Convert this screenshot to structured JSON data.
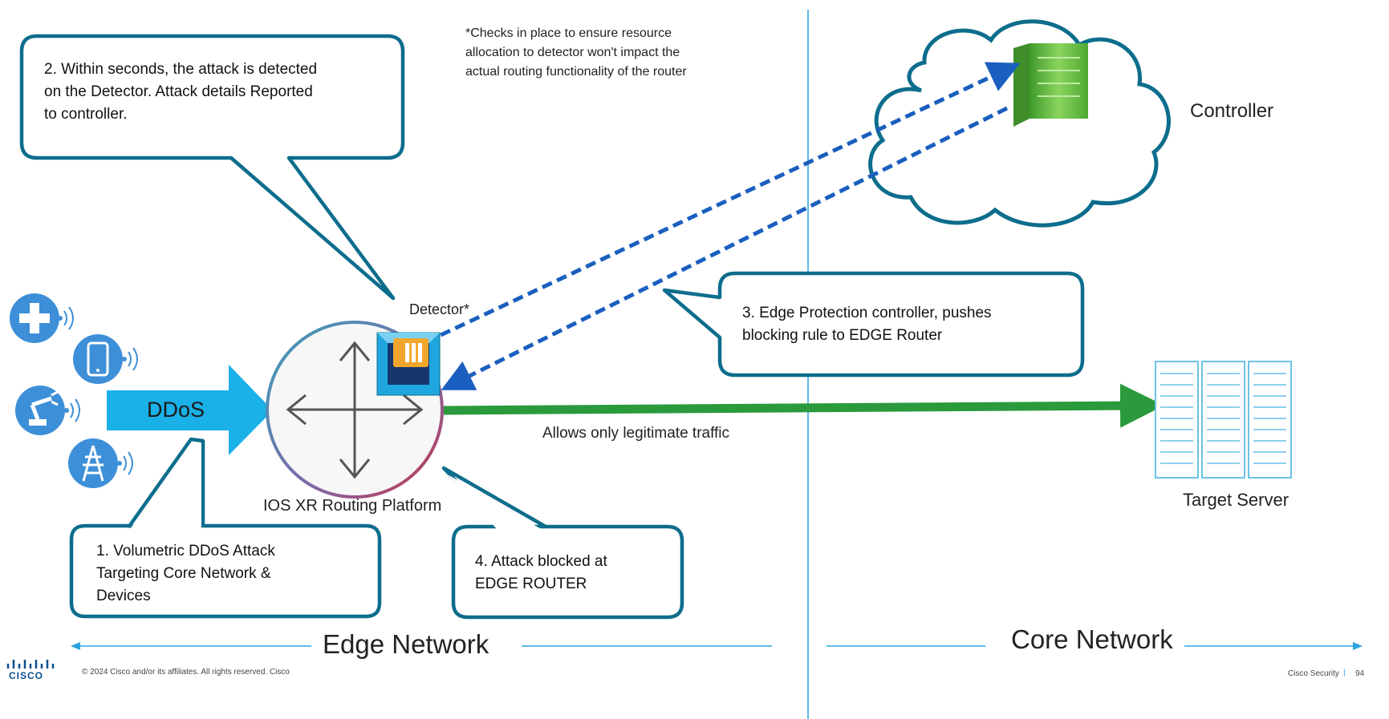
{
  "callouts": {
    "step1": "1. Volumetric DDoS Attack\nTargeting Core Network &\nDevices",
    "step2": "2. Within seconds, the attack is detected\non the Detector. Attack details Reported\nto controller.",
    "step3": "3. Edge Protection controller, pushes\nblocking rule to EDGE Router",
    "step4": "4. Attack blocked at\nEDGE ROUTER"
  },
  "note": "*Checks in place to ensure resource\nallocation to detector won't impact the\nactual routing functionality of the router",
  "labels": {
    "detector": "Detector*",
    "router": "IOS XR Routing Platform",
    "controller": "Controller",
    "target_server": "Target Server",
    "ddos": "DDoS",
    "legit_traffic": "Allows only legitimate traffic"
  },
  "sections": {
    "edge": "Edge Network",
    "core": "Core Network"
  },
  "footer": {
    "copyright": "© 2024  Cisco and/or its affiliates. All rights reserved.   Cisco",
    "brand": "Cisco Security",
    "separator": "|",
    "page_number": "94",
    "logo_text": "CISCO"
  },
  "icons": {
    "devices": [
      "medical-cross-icon",
      "smartphone-icon",
      "robot-arm-icon",
      "power-tower-icon"
    ],
    "router": "router-arrows-icon",
    "detector": "detector-chip-icon",
    "controller": "server-icon",
    "target": "server-rack-icon"
  },
  "colors": {
    "callout_border": "#0d6d8c",
    "ddos_arrow": "#1ab0e8",
    "device_icon": "#3d8fd8",
    "dashed_flow": "#1a5fbf",
    "legit_traffic": "#2a9a3c",
    "divider": "#29a3e0",
    "controller_server": "#5fbf3a"
  }
}
